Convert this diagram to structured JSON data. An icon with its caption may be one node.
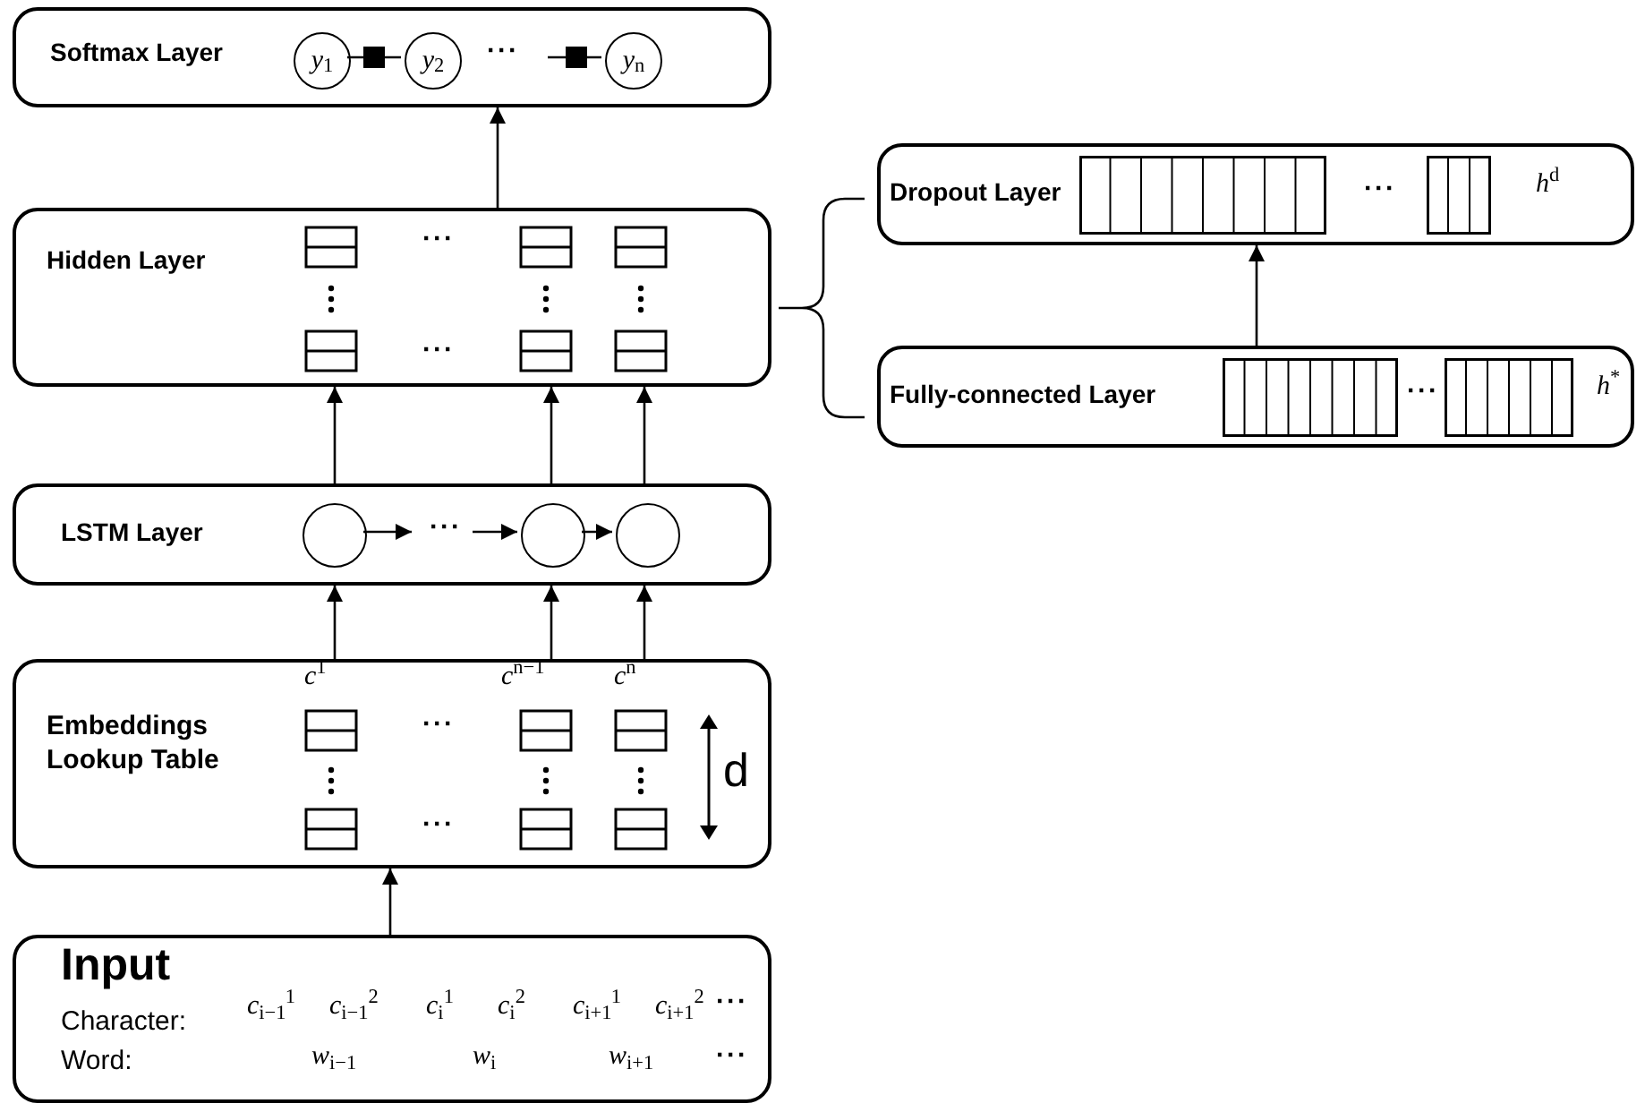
{
  "diagram": {
    "nodes": [
      {
        "text": [
          "Softmax Layer",
          "···"
        ]
      },
      {
        "text": [
          "*y*$_{1}$"
        ],
        "in": 0
      },
      {
        "text": [
          "*y*$_{2}$"
        ],
        "in": 0
      },
      {
        "text": [
          "*y*$_{n}$"
        ],
        "in": 0
      },
      {
        "text": [
          "Dropout Layer",
          "···",
          "*h*$^{d}$"
        ]
      },
      {
        "text": [
          "Hidden Layer",
          "···",
          "···"
        ]
      },
      {
        "text": [
          "Fully-connected Layer",
          "···",
          "*h*$^{*}$"
        ]
      },
      {
        "text": [
          "LSTM Layer",
          "···"
        ]
      },
      {
        "text": [],
        "shape": "circle",
        "in": 7
      },
      {
        "text": [],
        "shape": "circle",
        "in": 7
      },
      {
        "text": [],
        "shape": "circle",
        "in": 7
      },
      {
        "text": [
          "Embeddings Lookup Table",
          "*c*$^{1}$",
          "*c*$^{n−1}$",
          "*c*$^{n}$",
          "···",
          "···"
        ]
      },
      {
        "text": [
          "Input",
          "Character:",
          "*c*$_{i−1}$$^{1}$",
          "*c*$_{i−1}$$^{2}$",
          "*c*$_{i}$$^{1}$",
          "*c*$_{i}$$^{2}$",
          "*c*$_{i+1}$$^{1}$",
          "*c*$_{i+1}$$^{2}$",
          "···",
          "Word:",
          "*w*$_{i−1}$",
          "*w*$_{i}$",
          "*w*$_{i+1}$",
          "···"
        ]
      }
    ],
    "edges": [
      {
        "from": 1,
        "to": 2,
        "arrow": "none"
      },
      {
        "from": null,
        "to": 3,
        "arrow": "none"
      },
      {
        "from": 8,
        "to": null,
        "arrow": "to"
      },
      {
        "from": null,
        "to": 9,
        "arrow": "to"
      },
      {
        "from": 9,
        "to": 10,
        "arrow": "to"
      },
      {
        "from": 5,
        "to": 0,
        "arrow": "to"
      },
      {
        "from": 6,
        "to": 4,
        "arrow": "to"
      },
      {
        "from": 7,
        "to": 5,
        "arrow": "to"
      },
      {
        "from": 7,
        "to": 5,
        "arrow": "to"
      },
      {
        "from": 7,
        "to": 5,
        "arrow": "to"
      },
      {
        "from": 11,
        "to": 7,
        "arrow": "to"
      },
      {
        "from": 11,
        "to": 7,
        "arrow": "to"
      },
      {
        "from": 11,
        "to": 7,
        "arrow": "to"
      },
      {
        "from": 12,
        "to": 11,
        "arrow": "to"
      }
    ],
    "labels": [
      "d"
    ]
  }
}
